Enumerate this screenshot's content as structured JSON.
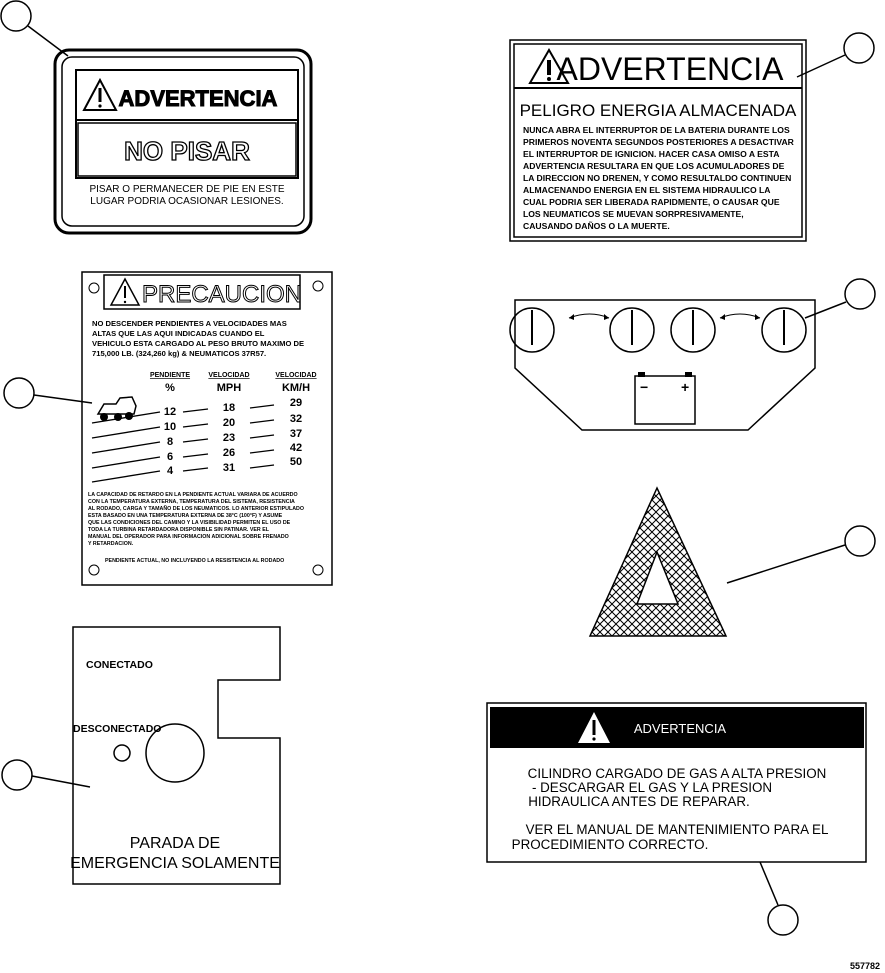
{
  "figure_number": "557782",
  "decal_no_pisar": {
    "header": "ADVERTENCIA",
    "title": "NO PISAR",
    "body": [
      "PISAR O PERMANECER DE PIE EN ESTE",
      "LUGAR PODRIA OCASIONAR LESIONES."
    ]
  },
  "decal_energia": {
    "header": "ADVERTENCIA",
    "title": "PELIGRO ENERGIA ALMACENADA",
    "body": [
      "NUNCA ABRA EL INTERRUPTOR DE LA BATERIA DURANTE LOS",
      "PRIMEROS NOVENTA SEGUNDOS POSTERIORES A DESACTIVAR",
      "EL INTERRUPTOR DE IGNICION.  HACER CASA OMISO A ESTA",
      "ADVERTENCIA RESULTARA EN QUE LOS ACUMULADORES DE",
      "LA DIRECCION NO DRENEN, Y COMO RESULTALDO CONTINUEN",
      "ALMACENANDO ENERGIA EN EL SISTEMA HIDRAULICO LA",
      "CUAL PODRIA SER LIBERADA RAPIDMENTE, O CAUSAR QUE",
      "LOS NEUMATICOS SE MUEVAN SORPRESIVAMENTE,",
      "CAUSANDO DAÑOS O LA MUERTE."
    ]
  },
  "decal_precaucion": {
    "header": "PRECAUCION",
    "intro": [
      "NO DESCENDER PENDIENTES A VELOCIDADES MAS",
      "ALTAS QUE LAS AQUI INDICADAS CUANDO EL",
      "VEHICULO ESTA CARGADO AL PESO BRUTO MAXIMO DE",
      "715,000 LB. (324,260 kg) & NEUMATICOS 37R57."
    ],
    "columns": [
      {
        "heading": "PENDIENTE",
        "unit": "%",
        "values": [
          "12",
          "10",
          "8",
          "6",
          "4"
        ]
      },
      {
        "heading": "VELOCIDAD",
        "unit": "MPH",
        "values": [
          "18",
          "20",
          "23",
          "26",
          "31"
        ]
      },
      {
        "heading": "VELOCIDAD",
        "unit": "KM/H",
        "values": [
          "29",
          "32",
          "37",
          "42",
          "50"
        ]
      }
    ],
    "note": [
      "LA CAPACIDAD DE RETARDO EN LA PENDIENTE ACTUAL VARIARA DE ACUERDO",
      "CON LA TEMPERATURA EXTERNA, TEMPERATURA DEL SISTEMA, RESISTENCIA",
      "AL RODADO, CARGA Y TAMAÑO DE LOS NEUMATICOS. LO ANTERIOR ESTIPULADO",
      "ESTA BASADO EN UNA TEMPERATURA EXTERNA DE 38°C (100°F) Y ASUME",
      "QUE LAS CONDICIONES DEL CAMINO Y LA VISIBILIDAD PERMITEN EL USO DE",
      "TODA LA TURBINA RETARDADORA DISPONIBLE SIN PATINAR. VER EL",
      "MANUAL DEL OPERADOR PARA INFORMACION ADICIONAL SOBRE FRENADO",
      "Y RETARDACION."
    ],
    "footer": "PENDIENTE ACTUAL, NO INCLUYENDO LA RESISTENCIA AL RODADO"
  },
  "panel_parada": {
    "on_label": "CONECTADO",
    "off_label": "DESCONECTADO",
    "title": [
      "PARADA DE",
      "EMERGENCIA SOLAMENTE"
    ]
  },
  "decal_cilindro": {
    "header": "ADVERTENCIA",
    "body": [
      "CILINDRO CARGADO DE GAS A ALTA PRESION",
      "- DESCARGAR EL GAS Y LA PRESION",
      "HIDRAULICA ANTES DE REPARAR.",
      "",
      "VER EL MANUAL DE MANTENIMIENTO PARA EL",
      "PROCEDIMIENTO CORRECTO."
    ]
  },
  "battery": {
    "minus": "−",
    "plus": "+"
  }
}
